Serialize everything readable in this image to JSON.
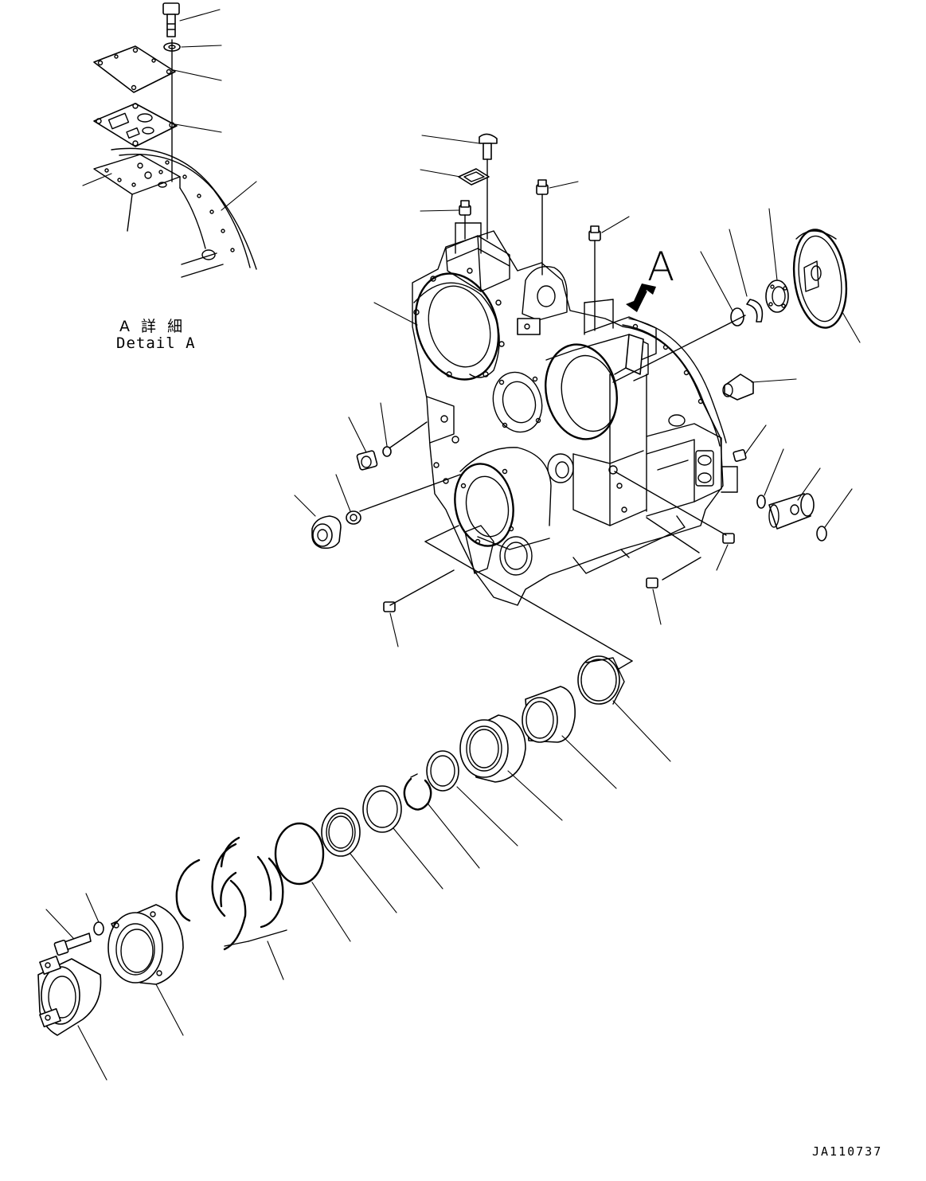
{
  "labels": {
    "detail_jp": "A 詳 細",
    "detail_en": "Detail A",
    "view_letter": "A",
    "drawing_number": "JA110737"
  },
  "colors": {
    "line": "#000000",
    "background": "#ffffff"
  }
}
